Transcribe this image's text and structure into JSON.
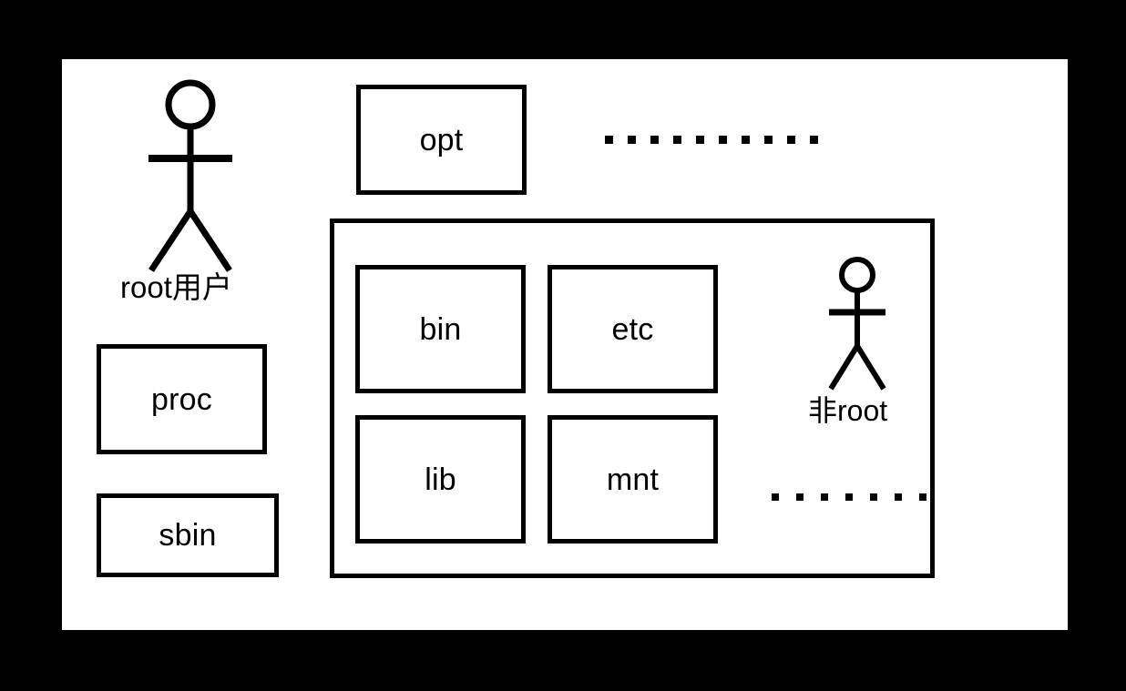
{
  "diagram": {
    "title": "Linux filesystem permissions diagram",
    "canvas_color": "#ffffff",
    "background_color": "#000000",
    "stroke_color": "#000000"
  },
  "actors": [
    {
      "id": "root-user",
      "label": "root用户",
      "icon": "stick-figure-icon"
    },
    {
      "id": "non-root-user",
      "label": "非root",
      "icon": "stick-figure-icon"
    }
  ],
  "boxes": {
    "opt": {
      "label": "opt"
    },
    "proc": {
      "label": "proc"
    },
    "sbin": {
      "label": "sbin"
    },
    "bin": {
      "label": "bin"
    },
    "etc": {
      "label": "etc"
    },
    "lib": {
      "label": "lib"
    },
    "mnt": {
      "label": "mnt"
    }
  },
  "ellipses": {
    "top": {
      "count": 10,
      "meaning": "more-items-ellipsis"
    },
    "bottom": {
      "count": 7,
      "meaning": "more-items-ellipsis"
    }
  }
}
